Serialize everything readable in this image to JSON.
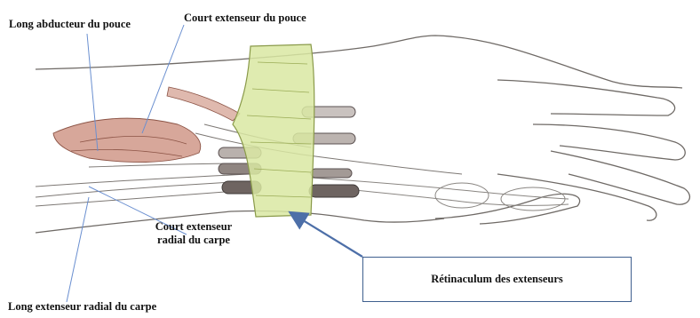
{
  "labels": {
    "long_abductor": "Long abducteur du pouce",
    "short_extensor_thumb": "Court extenseur du pouce",
    "short_radial_extensor": "Court extenseur\nradial du carpe",
    "long_radial_extensor": "Long extenseur radial du carpe",
    "retinaculum": "Rétinaculum des extenseurs"
  },
  "colors": {
    "leader_line": "#6a8fd0",
    "callout_arrow": "#4d6fa8",
    "callout_border": "#3f5f8e",
    "retinaculum_fill": "#d9e7a2",
    "muscle_fill": "#c98a78",
    "tendon_sheath": "#5a5050",
    "skin_outline": "#6f6a66"
  }
}
